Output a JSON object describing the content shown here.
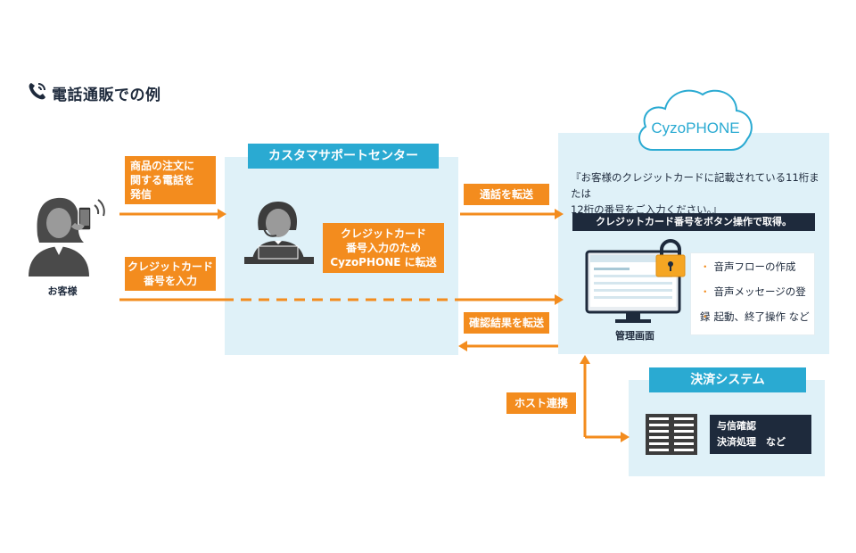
{
  "title": "電話通販での例",
  "customer": {
    "label": "お客様"
  },
  "customer_actions": {
    "order_call": "商品の注文に\n関する電話を\n発信",
    "enter_card": "クレジットカード\n番号を入力"
  },
  "support_center": {
    "title": "カスタマサポートセンター",
    "transfer_note": "クレジットカード\n番号入力のため\nCyzoPHONE に転送"
  },
  "transfers": {
    "call_transfer": "通話を転送",
    "result_transfer": "確認結果を転送",
    "host_link": "ホスト連携"
  },
  "cyzophone": {
    "logo": "CyzoPHONE",
    "quote": "『お客様のクレジットカードに記載されている11桁または\n12桁の番号をご入力ください。』",
    "banner": "クレジットカード番号をボタン操作で取得。",
    "admin_label": "管理画面",
    "features": [
      "音声フローの作成",
      "音声メッセージの登録",
      "起動、終了操作 など"
    ],
    "feature_bullet": "・"
  },
  "payment_system": {
    "title": "決済システム",
    "tasks": "与信確認\n決済処理　など"
  },
  "colors": {
    "orange": "#f38c1e",
    "blue": "#2aaad2",
    "panel": "#dff1f8",
    "navy": "#1e2a3c"
  }
}
